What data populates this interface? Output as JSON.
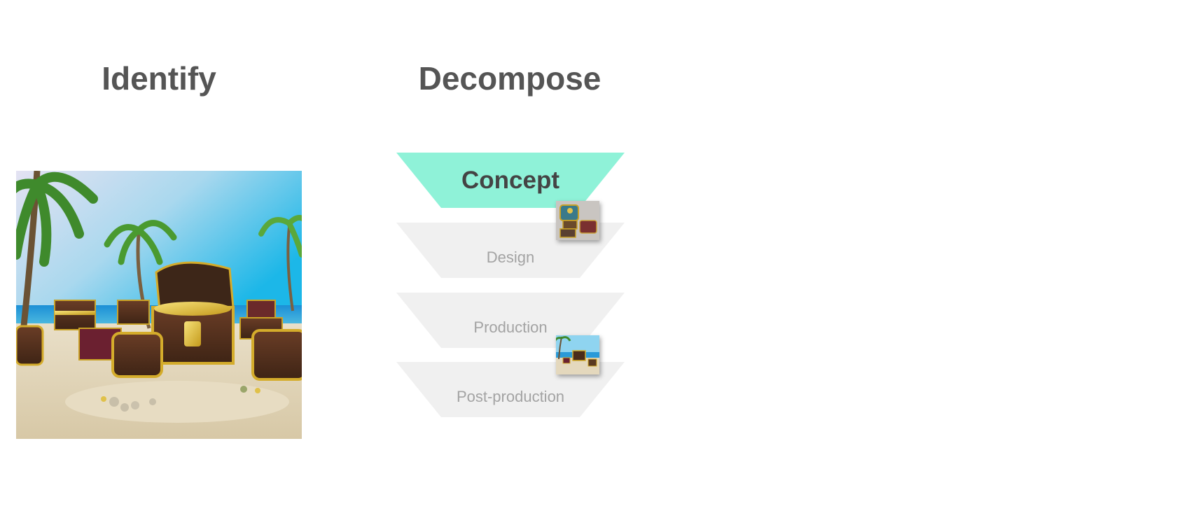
{
  "headings": {
    "identify": "Identify",
    "decompose": "Decompose"
  },
  "pipeline": {
    "active_color": "#8ff2d8",
    "inactive_color": "#f0f0f0",
    "stages": [
      {
        "label": "Concept",
        "state": "active"
      },
      {
        "label": "Design",
        "state": "inactive"
      },
      {
        "label": "Production",
        "state": "inactive"
      },
      {
        "label": "Post-production",
        "state": "inactive"
      }
    ]
  },
  "images": {
    "main": "treasure-chests-beach-image",
    "thumb_design": "chest-design-sketch-thumbnail",
    "thumb_production": "beach-scene-thumbnail"
  }
}
